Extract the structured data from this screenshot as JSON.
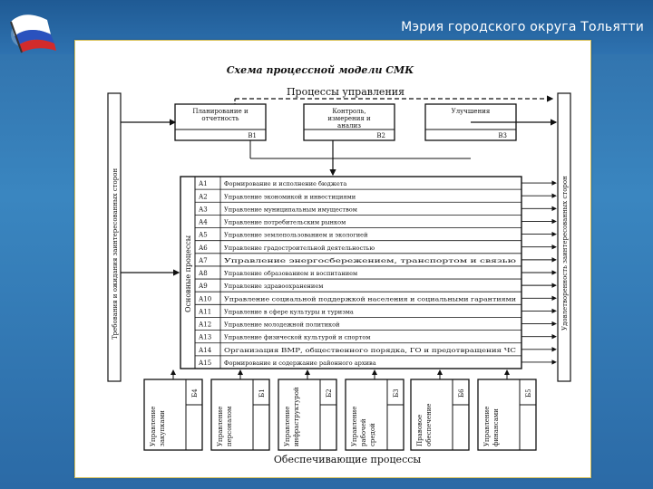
{
  "header": {
    "title": "Мэрия городского округа Тольятти"
  },
  "diagram": {
    "title": "Схема процессной модели СМК",
    "management_title": "Процессы управления",
    "support_title": "Обеспечивающие процессы",
    "left_side": "Требования и ожидания заинтересованных сторон",
    "right_side": "Удовлетворенность заинтересованных сторон",
    "main_side": "Основные процессы",
    "mgmt": [
      {
        "name": "Планирование и отчетность",
        "code": "В1"
      },
      {
        "name": "Контроль, измерения и анализ",
        "code": "В2"
      },
      {
        "name": "Улучшения",
        "code": "В3"
      }
    ],
    "main": [
      {
        "code": "А1",
        "name": "Формирование и исполнение бюджета"
      },
      {
        "code": "А2",
        "name": "Управление экономикой и инвестициями"
      },
      {
        "code": "А3",
        "name": "Управление муниципальным имуществом"
      },
      {
        "code": "А4",
        "name": "Управление потребительским рынком"
      },
      {
        "code": "А5",
        "name": "Управление землепользованием и экологией"
      },
      {
        "code": "А6",
        "name": "Управление градостроительной деятельностью"
      },
      {
        "code": "А7",
        "name": "Управление энергосбережением, транспортом и связью"
      },
      {
        "code": "А8",
        "name": "Управление образованием и воспитанием"
      },
      {
        "code": "А9",
        "name": "Управление здравоохранением"
      },
      {
        "code": "А10",
        "name": "Управление социальной поддержкой населения и социальными гарантиями"
      },
      {
        "code": "А11",
        "name": "Управление в сфере культуры и туризма"
      },
      {
        "code": "А12",
        "name": "Управление молодежной политикой"
      },
      {
        "code": "А13",
        "name": "Управление физической культурой и спортом"
      },
      {
        "code": "А14",
        "name": "Организация ВМР, общественного порядка, ГО и предотвращения ЧС"
      },
      {
        "code": "А15",
        "name": "Формирование и содержание районного архива"
      }
    ],
    "support": [
      {
        "name": "Управление закупками",
        "code": "Б4"
      },
      {
        "name": "Управление персоналом",
        "code": "Б1"
      },
      {
        "name": "Управление инфраструктурой",
        "code": "Б2"
      },
      {
        "name": "Управление рабочей средой",
        "code": "Б3"
      },
      {
        "name": "Правовое обеспечение",
        "code": "Б6"
      },
      {
        "name": "Управление финансами",
        "code": "Б5"
      }
    ]
  }
}
